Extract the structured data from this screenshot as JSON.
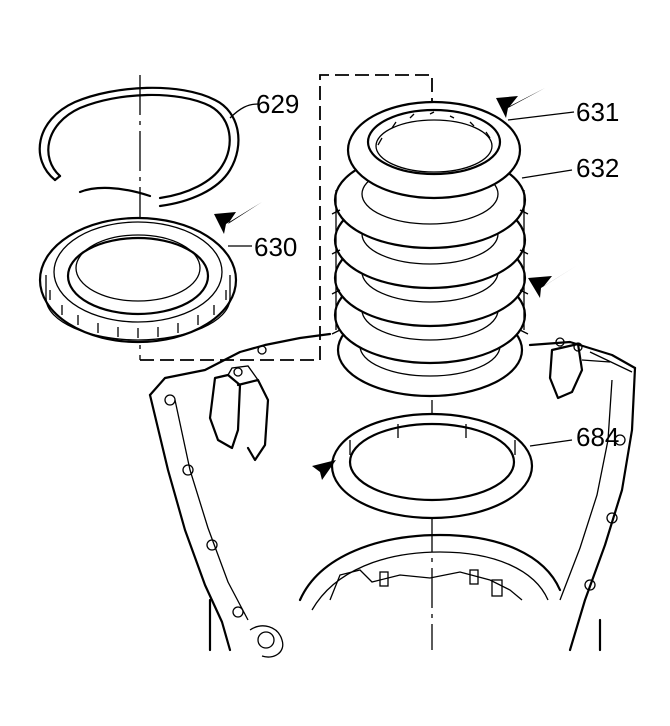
{
  "callouts": [
    {
      "id": "629",
      "label": "629"
    },
    {
      "id": "630",
      "label": "630"
    },
    {
      "id": "631",
      "label": "631"
    },
    {
      "id": "632",
      "label": "632"
    },
    {
      "id": "684",
      "label": "684"
    }
  ],
  "colors": {
    "line": "#000000",
    "background": "#ffffff"
  }
}
